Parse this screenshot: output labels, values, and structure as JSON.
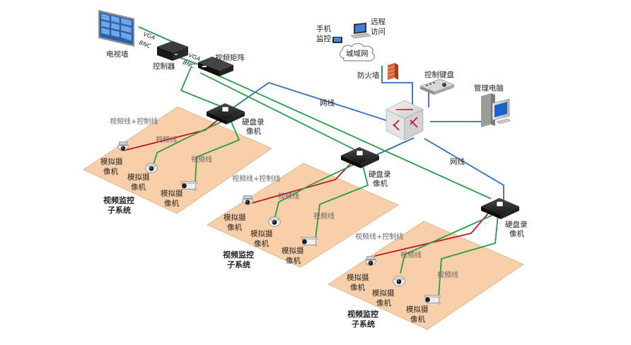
{
  "labels": {
    "tv_wall": "电视墙",
    "controller": "控制器",
    "video_matrix": "视频矩阵",
    "vga_1": "VGA",
    "bnc_1": "BNC",
    "vga_2": "VGA",
    "bnc_2": "BNC",
    "mobile_monitor_1": "手机",
    "mobile_monitor_2": "监控",
    "remote_access_1": "远程",
    "remote_access_2": "访问",
    "wan": "城域网",
    "firewall": "防火墙",
    "control_keyboard": "控制键盘",
    "management_pc": "管理电脑",
    "network_line_1": "网线",
    "network_line_2": "网线"
  },
  "subsystems": [
    {
      "dvr_1": "硬盘录",
      "dvr_2": "像机",
      "video_control_line": "视频线+控制线",
      "video_line_a": "视频线",
      "video_line_b": "视频线",
      "cam1_1": "模拟摄",
      "cam1_2": "像机",
      "cam2_1": "模拟摄",
      "cam2_2": "像机",
      "cam3_1": "模拟摄",
      "cam3_2": "像机",
      "title_1": "视频监控",
      "title_2": "子系统"
    },
    {
      "dvr_1": "硬盘录",
      "dvr_2": "像机",
      "video_control_line": "视频线+控制线",
      "video_line_a": "视频线",
      "video_line_b": "视频线",
      "cam1_1": "模拟摄",
      "cam1_2": "像机",
      "cam2_1": "模拟摄",
      "cam2_2": "像机",
      "cam3_1": "模拟摄",
      "cam3_2": "像机",
      "title_1": "视频监控",
      "title_2": "子系统"
    },
    {
      "dvr_1": "硬盘录",
      "dvr_2": "像机",
      "video_control_line": "视频线+控制线",
      "video_line_a": "视频线",
      "video_line_b": "视频线",
      "cam1_1": "模拟摄",
      "cam1_2": "像机",
      "cam2_1": "模拟摄",
      "cam2_2": "像机",
      "cam3_1": "模拟摄",
      "cam3_2": "像机",
      "title_1": "视频监控",
      "title_2": "子系统"
    }
  ],
  "colors": {
    "zone_fill": "#f9cfa9",
    "network_line": "#2f6fb8",
    "video_line": "#2a9d4a",
    "control_line": "#c8102e"
  }
}
